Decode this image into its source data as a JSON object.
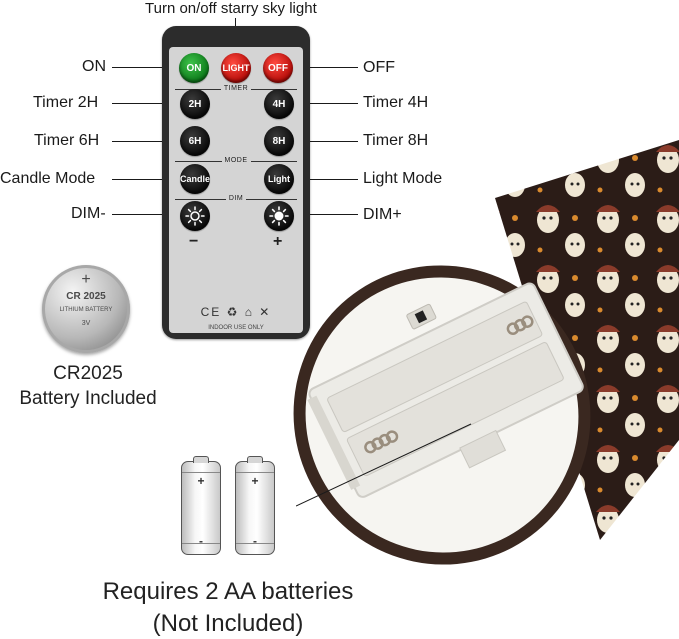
{
  "labels": {
    "top": "Turn on/off starry sky light",
    "on": "ON",
    "off": "OFF",
    "timer_2h": "Timer 2H",
    "timer_4h": "Timer 4H",
    "timer_6h": "Timer 6H",
    "timer_8h": "Timer 8H",
    "candle_mode": "Candle Mode",
    "light_mode": "Light Mode",
    "dim_minus": "DIM-",
    "dim_plus": "DIM+"
  },
  "remote": {
    "buttons": {
      "on": "ON",
      "light": "LIGHT",
      "off": "OFF",
      "h2": "2H",
      "h4": "4H",
      "h6": "6H",
      "h8": "8H",
      "candle": "Candle",
      "light_mode": "Light"
    },
    "sections": {
      "timer": "TIMER",
      "mode": "MODE",
      "dim": "DIM"
    },
    "minus": "−",
    "plus": "+",
    "cert_marks": "CE ♻ ⌂ ✕",
    "indoor": "INDOOR USE ONLY"
  },
  "coin_battery": {
    "plus": "+",
    "model": "CR 2025",
    "kind": "LITHIUM BATTERY",
    "volt": "3V",
    "caption_line1": "CR2025",
    "caption_line2": "Battery Included"
  },
  "aa_batteries": {
    "plus": "+",
    "minus": "-",
    "caption_line1": "Requires 2 AA batteries",
    "caption_line2": "(Not Included)"
  },
  "colors": {
    "on_button": "#17a02a",
    "light_button": "#e51d16",
    "off_button": "#e51d16",
    "remote_body": "#2c2c2c",
    "remote_face": "#d4d4d4"
  }
}
